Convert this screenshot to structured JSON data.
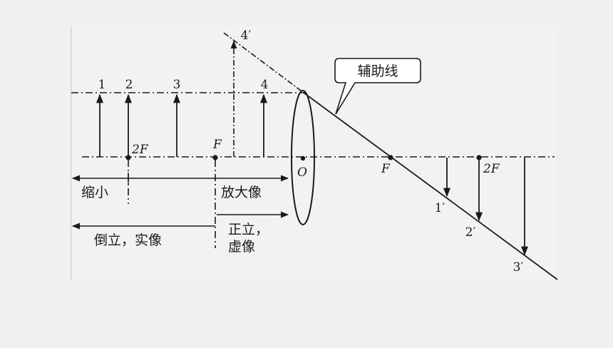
{
  "diagram": {
    "callout": "辅助线",
    "object_labels": [
      "1",
      "2",
      "3",
      "4"
    ],
    "image_labels": [
      "1′",
      "2′",
      "3′",
      "4′"
    ],
    "focus_labels": {
      "left_2f": "2F",
      "left_f": "F",
      "center": "O",
      "right_f": "F",
      "right_2f": "2F"
    },
    "regions": {
      "shrink": "缩小",
      "magnify": "放大像",
      "inverted_real": "倒立，实像",
      "upright_line1": "正立，",
      "upright_line2": "虚像"
    },
    "colors": {
      "ink": "#1a1a1a",
      "panel": "#f2f2f2",
      "background": "#f0f0f0"
    }
  }
}
